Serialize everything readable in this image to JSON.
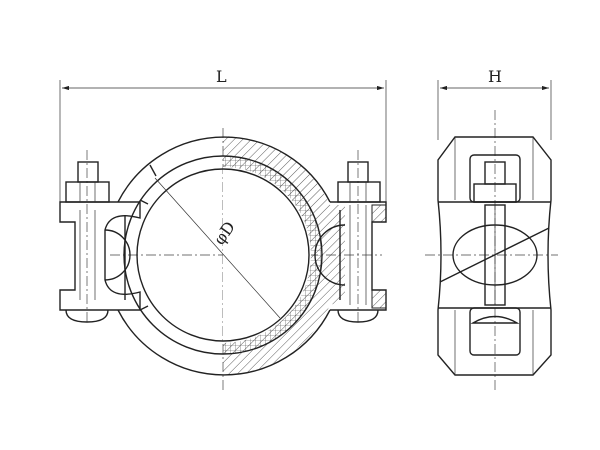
{
  "drawing": {
    "dimension_length_label": "L",
    "dimension_height_label": "H",
    "diameter_label": "φD",
    "line_color": "#222222"
  }
}
